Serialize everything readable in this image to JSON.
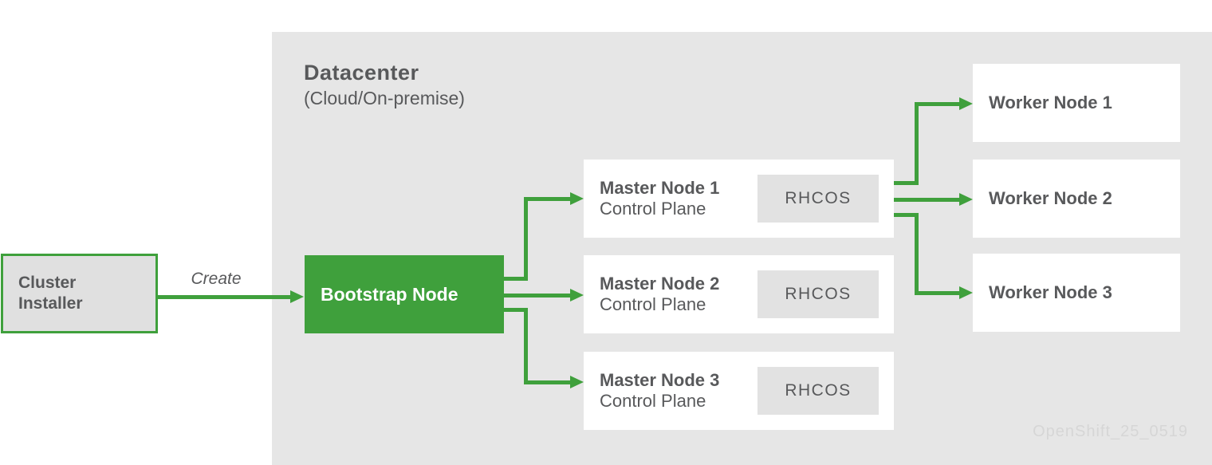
{
  "diagram": {
    "colors": {
      "green": "#3FA03C",
      "panel_gray": "#e6e6e6",
      "box_fill_gray": "#e0e0e0",
      "badge_gray": "#e2e2e2",
      "text_dark": "#58595b",
      "watermark_gray": "#d6d6d6",
      "node_white": "#ffffff"
    },
    "datacenter": {
      "title": "Datacenter",
      "subtitle": "(Cloud/On-premise)"
    },
    "cluster_installer": {
      "label_line1": "Cluster",
      "label_line2": "Installer"
    },
    "create_label": "Create",
    "bootstrap": {
      "label": "Bootstrap Node"
    },
    "masters": [
      {
        "title": "Master Node 1",
        "subtitle": "Control Plane",
        "badge": "RHCOS"
      },
      {
        "title": "Master Node 2",
        "subtitle": "Control Plane",
        "badge": "RHCOS"
      },
      {
        "title": "Master Node 3",
        "subtitle": "Control Plane",
        "badge": "RHCOS"
      }
    ],
    "workers": [
      {
        "label": "Worker Node 1"
      },
      {
        "label": "Worker Node 2"
      },
      {
        "label": "Worker Node 3"
      }
    ],
    "watermark": "OpenShift_25_0519"
  }
}
